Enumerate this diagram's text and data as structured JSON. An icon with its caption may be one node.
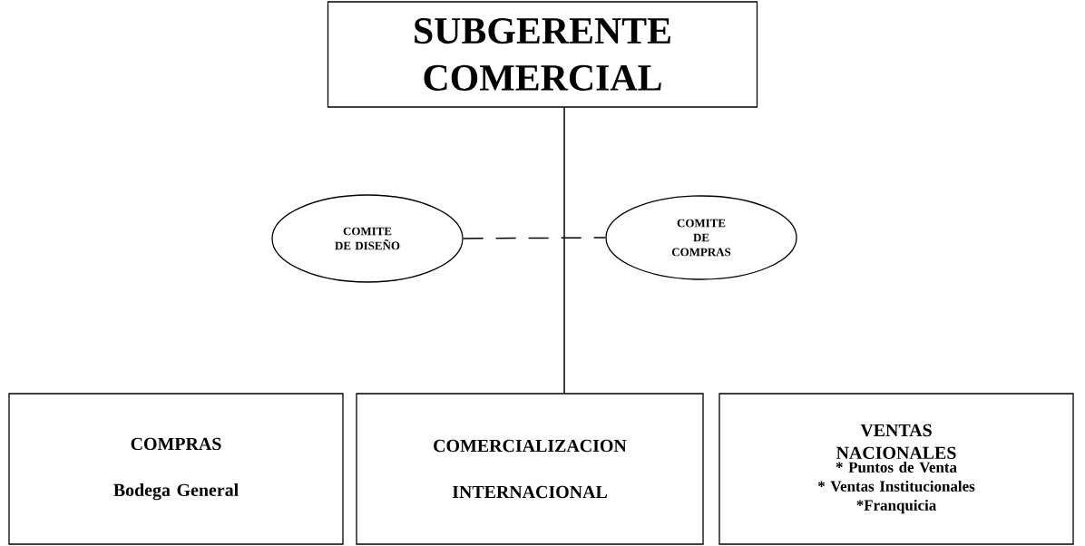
{
  "diagram": {
    "nodes": [
      {
        "text": [
          "SUBGERENTE COMERCIAL"
        ]
      },
      {
        "text": [
          "COMITE DE DISEÑO"
        ]
      },
      {
        "text": [
          "COMITE DE COMPRAS"
        ]
      },
      {
        "text": [
          "COMPRAS",
          "Bodega General"
        ]
      },
      {
        "text": [
          "COMERCIALIZACION",
          "INTERNACIONAL"
        ]
      },
      {
        "text": [
          "VENTAS NACIONALES",
          "* Puntos de Venta",
          "* Ventas Institucionales",
          "*Franquicia"
        ]
      }
    ],
    "edges": [
      {
        "from": 0,
        "to": 4,
        "arrow": "none"
      },
      {
        "from": 1,
        "to": 2,
        "arrow": "none",
        "style": "dashed"
      }
    ]
  }
}
